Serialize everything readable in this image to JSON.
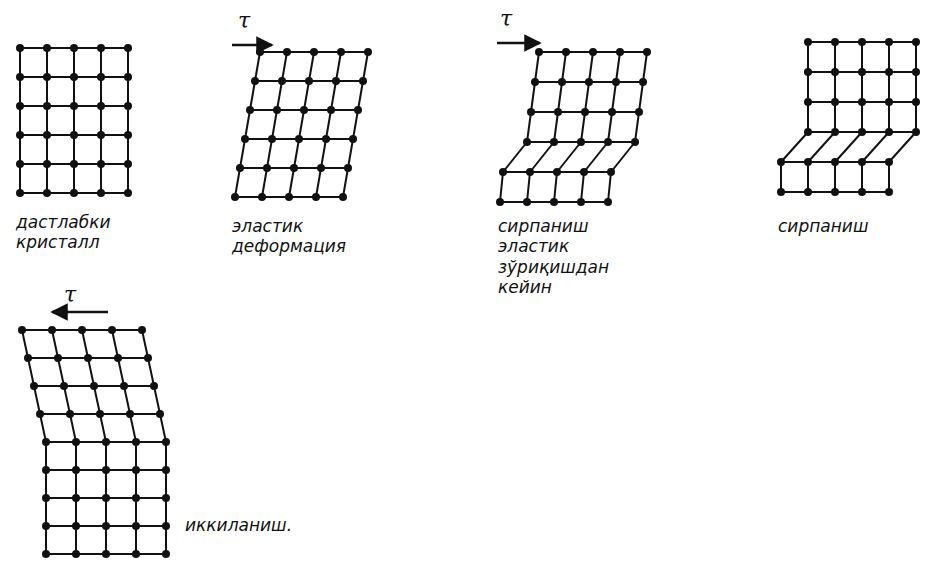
{
  "diagram": {
    "labels": [
      "τ",
      "τ",
      "τ",
      "дастлабки кристалл",
      "эластик деформация",
      "сирпаниш эластик зўриқишдан кейин",
      "сирпаниш",
      "иккиланиш."
    ]
  }
}
